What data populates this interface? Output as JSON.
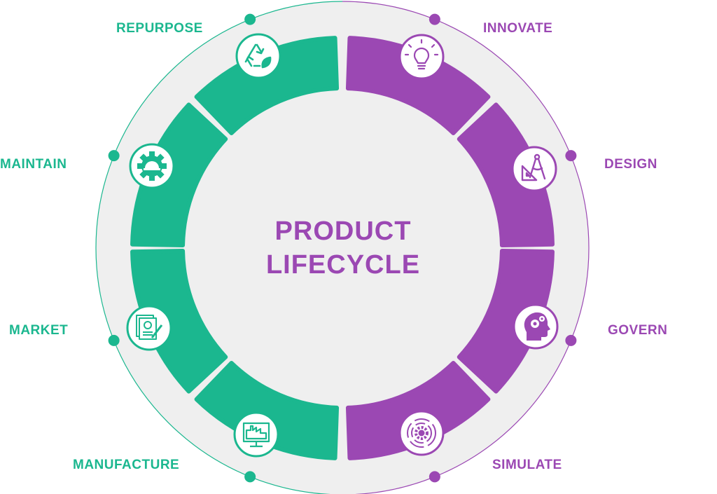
{
  "title": {
    "line1": "PRODUCT",
    "line2": "LIFECYCLE"
  },
  "colors": {
    "green": "#1bb78f",
    "purple": "#9b48b3",
    "ring_bg": "#efefef",
    "icon_bg": "#ffffff"
  },
  "stages": [
    {
      "id": "innovate",
      "label": "INNOVATE",
      "icon": "lightbulb-icon",
      "group": "purple"
    },
    {
      "id": "design",
      "label": "DESIGN",
      "icon": "drafting-tools-icon",
      "group": "purple"
    },
    {
      "id": "govern",
      "label": "GOVERN",
      "icon": "head-gears-icon",
      "group": "purple"
    },
    {
      "id": "simulate",
      "label": "SIMULATE",
      "icon": "gear-circles-icon",
      "group": "purple"
    },
    {
      "id": "manufacture",
      "label": "MANUFACTURE",
      "icon": "factory-monitor-icon",
      "group": "green"
    },
    {
      "id": "market",
      "label": "MARKET",
      "icon": "documents-pen-icon",
      "group": "green"
    },
    {
      "id": "maintain",
      "label": "MAINTAIN",
      "icon": "gear-helmet-icon",
      "group": "green"
    },
    {
      "id": "repurpose",
      "label": "REPURPOSE",
      "icon": "recycle-icon",
      "group": "green"
    }
  ]
}
